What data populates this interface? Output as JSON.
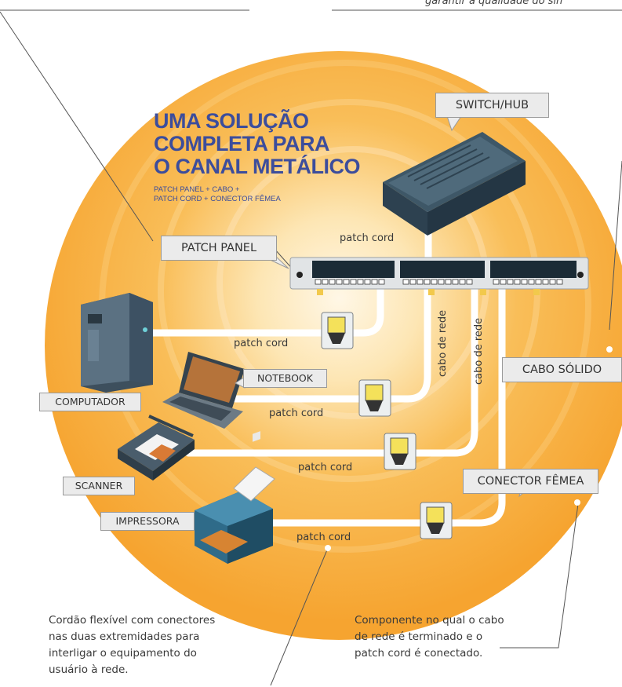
{
  "title_lines": [
    "UMA SOLUÇÃO",
    "COMPLETA PARA",
    "O CANAL METÁLICO"
  ],
  "subtitle_lines": [
    "PATCH PANEL + CABO +",
    "PATCH CORD + CONECTOR FÊMEA"
  ],
  "top_note": "garantir a qualidade do sin",
  "callouts": {
    "switch_hub": "SWITCH/HUB",
    "patch_panel": "PATCH PANEL",
    "notebook": "NOTEBOOK",
    "computador": "COMPUTADOR",
    "scanner": "SCANNER",
    "impressora": "IMPRESSORA",
    "cabo_solido": "CABO SÓLIDO",
    "conector_femea": "CONECTOR FÊMEA"
  },
  "cable_labels": {
    "patch_cord_top": "patch cord",
    "patch_cord_computer": "patch cord",
    "patch_cord_notebook": "patch cord",
    "patch_cord_scanner": "patch cord",
    "patch_cord_printer": "patch cord",
    "cabo_de_rede_1": "cabo de rede",
    "cabo_de_rede_2": "cabo de rede"
  },
  "notes": {
    "patch_cord_lines": [
      "Cordão flexível com conectores",
      "nas duas extremidades para",
      "interligar o equipamento do",
      "usuário à rede."
    ],
    "conector_lines": [
      "Componente no qual o cabo",
      "de rede é terminado e o",
      "patch cord é conectado."
    ]
  },
  "colors": {
    "orange_outer": "#f6a430",
    "orange_mid": "#f9be59",
    "orange_inner": "#fde6b4",
    "title_blue": "#3c4d9c",
    "callout_bg": "#ebebeb",
    "cable": "#ffffff"
  }
}
